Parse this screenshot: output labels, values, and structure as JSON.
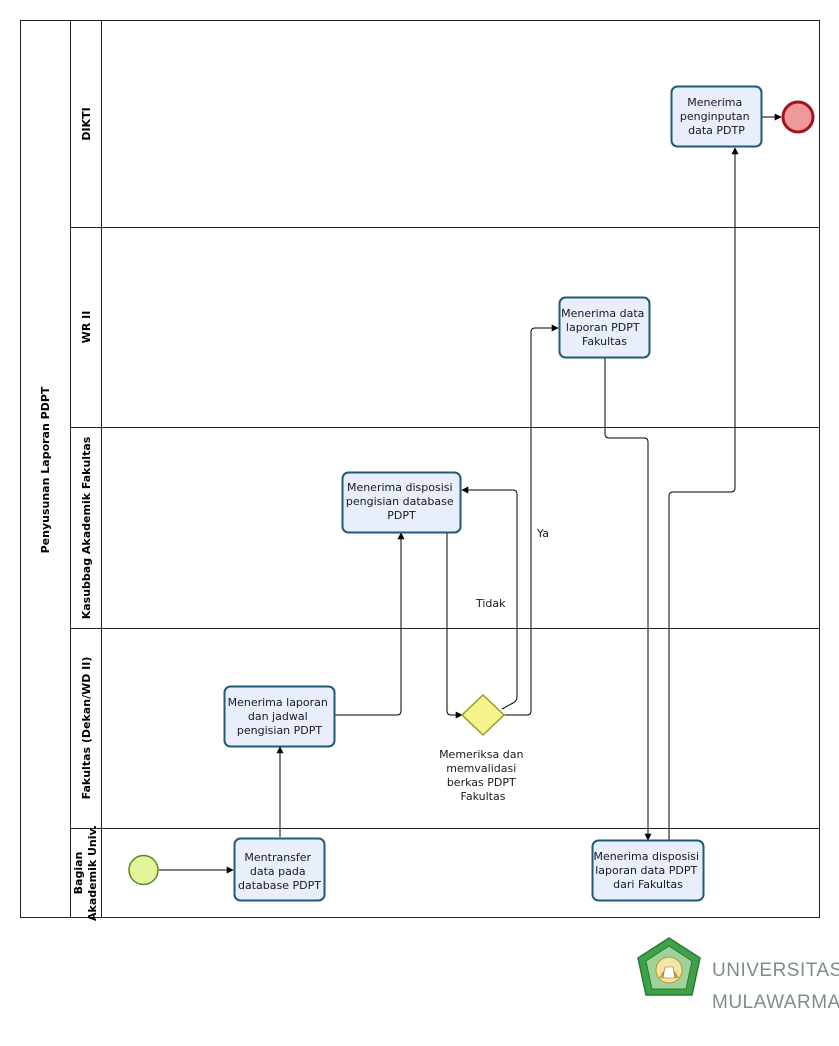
{
  "pool": {
    "title": "Penyusunan Laporan PDPT"
  },
  "lanes": [
    {
      "id": "dikti",
      "label": "DIKTI"
    },
    {
      "id": "wr2",
      "label": "WR II"
    },
    {
      "id": "kasubbag",
      "label": "Kasubbag Akademik Fakultas"
    },
    {
      "id": "fakultas",
      "label": "Fakultas (Dekan/WD II)"
    },
    {
      "id": "bagian",
      "label_line1": "Bagian",
      "label_line2": "Akademik Univ."
    }
  ],
  "tasks": [
    {
      "id": "mentransfer",
      "lines": [
        "Mentransfer",
        "data  pada",
        "database PDPT"
      ]
    },
    {
      "id": "menerima-laporan-jadwal",
      "lines": [
        "Menerima laporan",
        "dan jadwal",
        "pengisian PDPT"
      ]
    },
    {
      "id": "menerima-disposisi-pengisian",
      "lines": [
        "Menerima disposisi",
        "pengisian database",
        "PDPT"
      ]
    },
    {
      "id": "menerima-data-laporan",
      "lines": [
        "Menerima data",
        "laporan PDPT",
        "Fakultas"
      ]
    },
    {
      "id": "menerima-disposisi-laporan",
      "lines": [
        "Menerima disposisi",
        "laporan data PDPT",
        "dari Fakultas"
      ]
    },
    {
      "id": "menerima-penginputan",
      "lines": [
        "Menerima",
        "penginputan",
        "data PDTP"
      ]
    }
  ],
  "gateway": {
    "lines": [
      "Memeriksa dan",
      "memvalidasi",
      "berkas PDPT",
      "Fakultas"
    ]
  },
  "flow_labels": {
    "yes": "Ya",
    "no": "Tidak"
  },
  "logo": {
    "line1": "UNIVERSITAS",
    "line2": "MULAWARMAN"
  },
  "colors": {
    "task_fill": "#e8eefb",
    "task_stroke": "#1f5a78",
    "start_fill": "#e2f59c",
    "start_stroke": "#5a8a1d",
    "end_fill": "#ef9a9a",
    "end_stroke": "#a3121e",
    "gateway_fill": "#f4f48a",
    "gateway_stroke": "#9a9a2a",
    "logo_green": "#3fa24a"
  }
}
